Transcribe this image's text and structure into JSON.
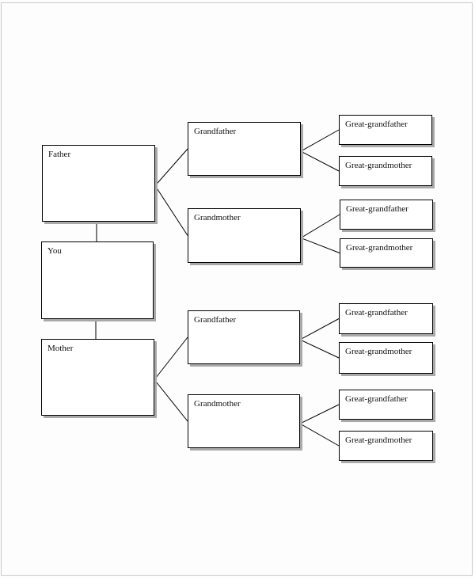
{
  "diagram": {
    "kind": "family-tree-template",
    "nodes": [
      {
        "id": "father",
        "label": "Father"
      },
      {
        "id": "you",
        "label": "You"
      },
      {
        "id": "mother",
        "label": "Mother"
      },
      {
        "id": "pgf",
        "label": "Grandfather"
      },
      {
        "id": "pgm",
        "label": "Grandmother"
      },
      {
        "id": "mgf",
        "label": "Grandfather"
      },
      {
        "id": "mgm",
        "label": "Grandmother"
      },
      {
        "id": "pggf1",
        "label": "Great-grandfather"
      },
      {
        "id": "pggm1",
        "label": "Great-grandmother"
      },
      {
        "id": "pggf2",
        "label": "Great-grandfather"
      },
      {
        "id": "pggm2",
        "label": "Great-grandmother"
      },
      {
        "id": "mggf1",
        "label": "Great-grandfather"
      },
      {
        "id": "mggm1",
        "label": "Great-grandmother"
      },
      {
        "id": "mggf2",
        "label": "Great-grandfather"
      },
      {
        "id": "mggm2",
        "label": "Great-grandmother"
      }
    ],
    "edges": [
      {
        "from": "father",
        "to": "you",
        "type": "vertical"
      },
      {
        "from": "you",
        "to": "mother",
        "type": "vertical"
      },
      {
        "from": "father",
        "to": "pgf",
        "type": "diagonal"
      },
      {
        "from": "father",
        "to": "pgm",
        "type": "diagonal"
      },
      {
        "from": "mother",
        "to": "mgf",
        "type": "diagonal"
      },
      {
        "from": "mother",
        "to": "mgm",
        "type": "diagonal"
      },
      {
        "from": "pgf",
        "to": "pggf1",
        "type": "diagonal"
      },
      {
        "from": "pgf",
        "to": "pggm1",
        "type": "diagonal"
      },
      {
        "from": "pgm",
        "to": "pggf2",
        "type": "diagonal"
      },
      {
        "from": "pgm",
        "to": "pggm2",
        "type": "diagonal"
      },
      {
        "from": "mgf",
        "to": "mggf1",
        "type": "diagonal"
      },
      {
        "from": "mgf",
        "to": "mggm1",
        "type": "diagonal"
      },
      {
        "from": "mgm",
        "to": "mggf2",
        "type": "diagonal"
      },
      {
        "from": "mgm",
        "to": "mggm2",
        "type": "diagonal"
      }
    ],
    "colors": {
      "box_border": "#000000",
      "box_fill": "#ffffff",
      "box_shadow": "#a9a9a9",
      "connector": "#000000",
      "page_border": "#c9c9c9",
      "background": "#fdfdfd"
    }
  }
}
